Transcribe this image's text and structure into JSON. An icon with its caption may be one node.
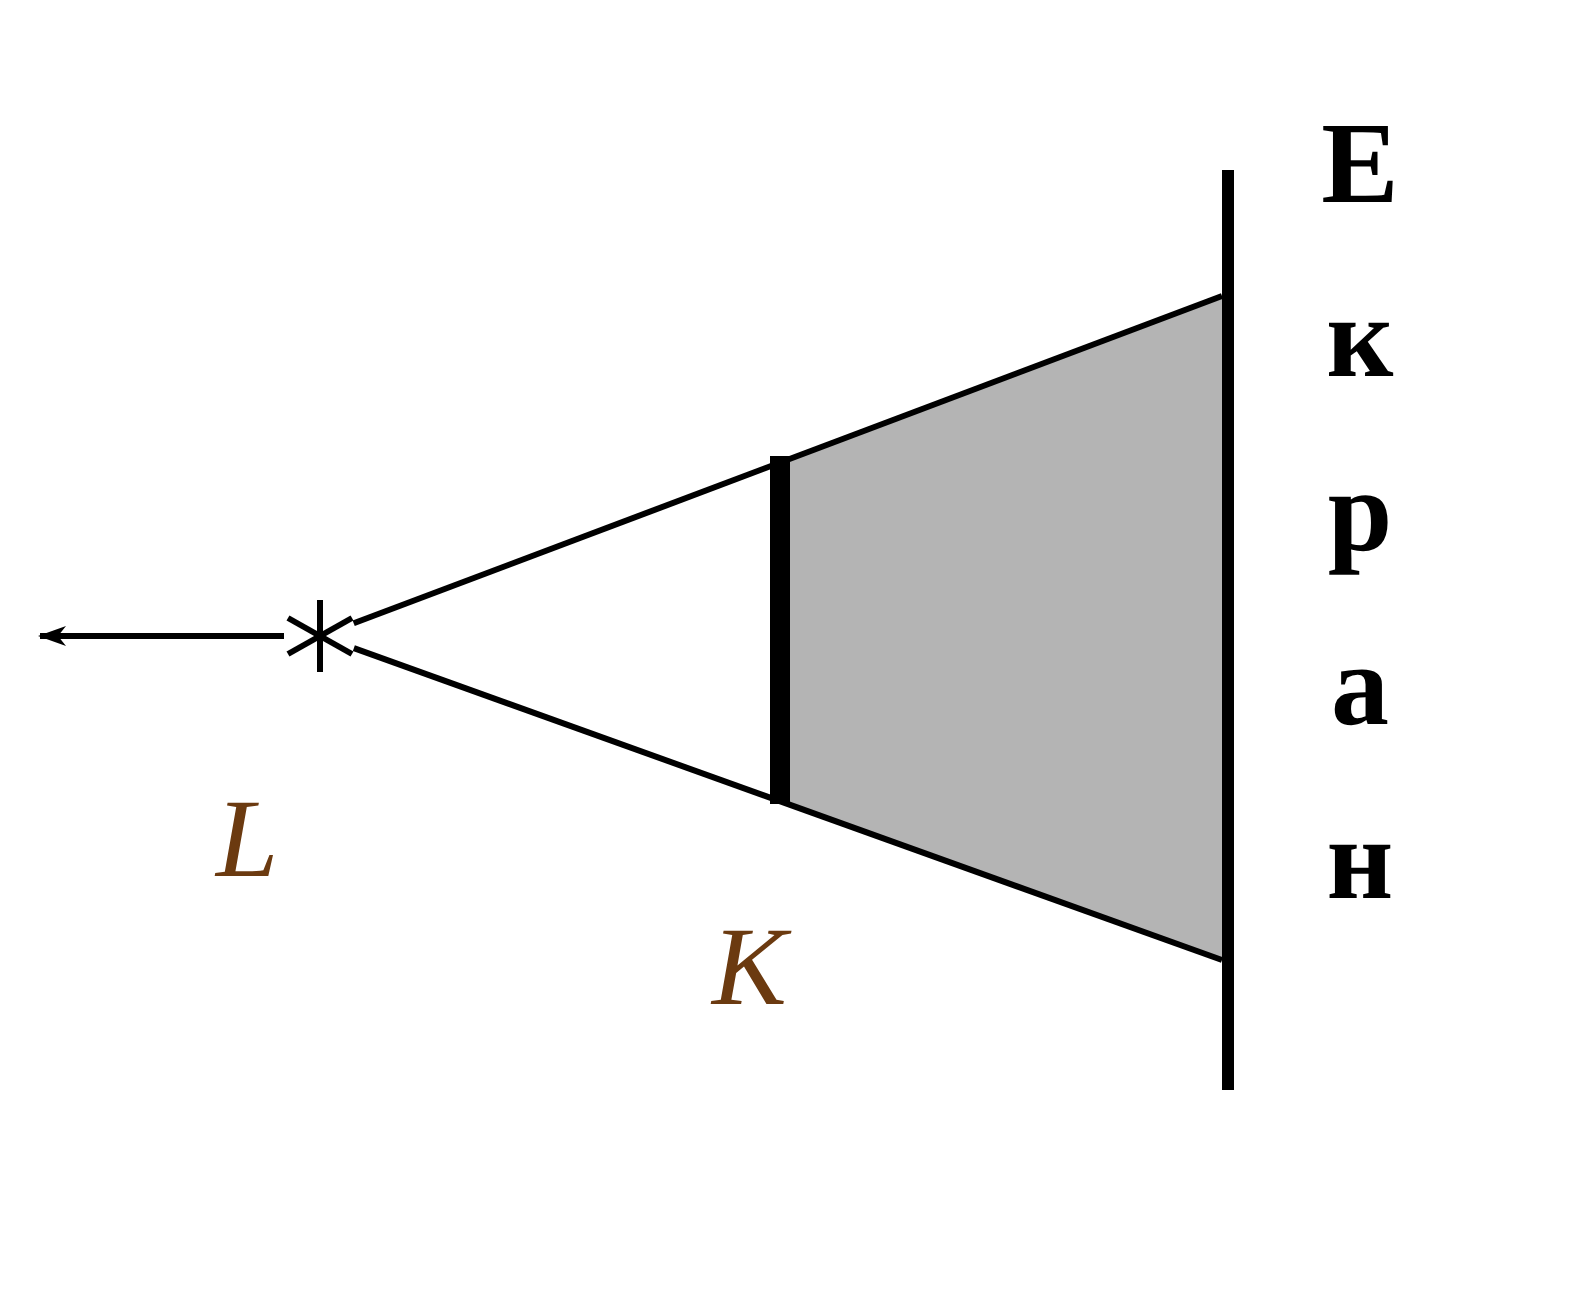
{
  "diagram": {
    "nodes": [
      {
        "text": [],
        "shape": "star",
        "beside": [
          "L"
        ]
      },
      {
        "text": [],
        "shape": "bar",
        "beside": [
          "K"
        ]
      },
      {
        "text": [],
        "shape": "bar",
        "beside": [
          "Екран"
        ]
      }
    ],
    "edges": [
      {
        "from": 0,
        "to": null,
        "arrow": "to"
      },
      {
        "from": 0,
        "to": 2,
        "arrow": "none"
      },
      {
        "from": 0,
        "to": 2,
        "arrow": "none"
      }
    ]
  }
}
